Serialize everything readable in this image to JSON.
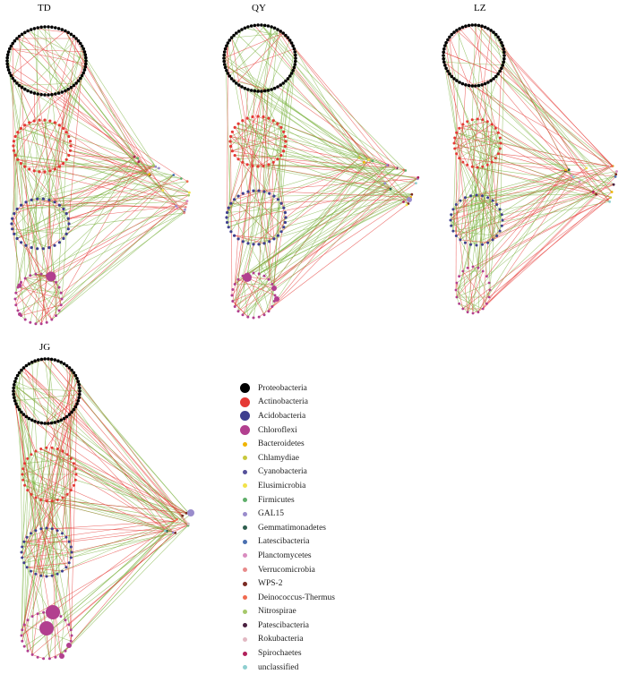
{
  "panels": [
    {
      "id": "td",
      "title": "TD"
    },
    {
      "id": "qy",
      "title": "QY"
    },
    {
      "id": "lz",
      "title": "LZ"
    },
    {
      "id": "jg",
      "title": "JG"
    }
  ],
  "edge_colors": {
    "positive": "#7cb342",
    "negative": "#e53935"
  },
  "legend": [
    {
      "label": "Proteobacteria",
      "color": "#000000",
      "size": "large"
    },
    {
      "label": "Actinobacteria",
      "color": "#e53935",
      "size": "large"
    },
    {
      "label": "Acidobacteria",
      "color": "#3f3f8f",
      "size": "large"
    },
    {
      "label": "Chloroflexi",
      "color": "#b23f8f",
      "size": "large"
    },
    {
      "label": "Bacteroidetes",
      "color": "#f0b400",
      "size": "small"
    },
    {
      "label": "Chlamydiae",
      "color": "#c8c83c",
      "size": "small"
    },
    {
      "label": "Cyanobacteria",
      "color": "#55509a",
      "size": "small"
    },
    {
      "label": "Elusimicrobia",
      "color": "#f2e24a",
      "size": "small"
    },
    {
      "label": "Firmicutes",
      "color": "#5fae6a",
      "size": "small"
    },
    {
      "label": "GAL15",
      "color": "#9a8ccc",
      "size": "small"
    },
    {
      "label": "Gemmatimonadetes",
      "color": "#2e5e4e",
      "size": "small"
    },
    {
      "label": "Latescibacteria",
      "color": "#4a6fb0",
      "size": "small"
    },
    {
      "label": "Planctomycetes",
      "color": "#d98cc0",
      "size": "small"
    },
    {
      "label": "Verrucomicrobia",
      "color": "#e88a8a",
      "size": "small"
    },
    {
      "label": "WPS-2",
      "color": "#7a2a22",
      "size": "small"
    },
    {
      "label": "Deinococcus-Thermus",
      "color": "#f06a50",
      "size": "small"
    },
    {
      "label": "Nitrospirae",
      "color": "#a6c86a",
      "size": "small"
    },
    {
      "label": "Patescibacteria",
      "color": "#4a2040",
      "size": "small"
    },
    {
      "label": "Rokubacteria",
      "color": "#e2b8c2",
      "size": "small"
    },
    {
      "label": "Spirochaetes",
      "color": "#b0205a",
      "size": "small"
    },
    {
      "label": "unclassified",
      "color": "#8ecfd0",
      "size": "small"
    }
  ]
}
